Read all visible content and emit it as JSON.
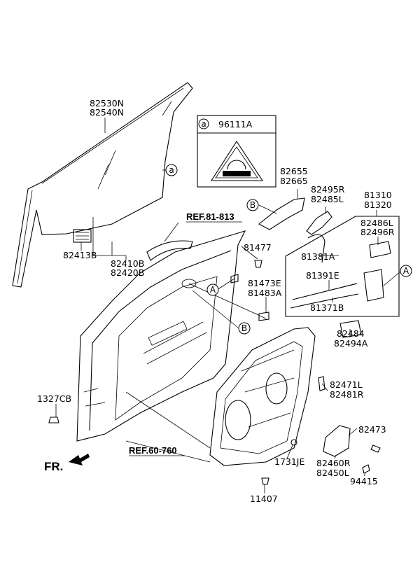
{
  "diagram": {
    "part_labels": {
      "glass": [
        "82530N",
        "82540N"
      ],
      "glass_holder": "82413B",
      "glass_run": [
        "82410B",
        "82420B"
      ],
      "sticker": "96111A",
      "sticker_callout": "a",
      "handle_bracket": [
        "82655",
        "82665"
      ],
      "handle_base": [
        "82495R",
        "82485L"
      ],
      "latch_assy": [
        "81310",
        "81320"
      ],
      "actuator_cover": [
        "82486L",
        "82496R"
      ],
      "bolt_81477": "81477",
      "cable_81381A": "81381A",
      "clip": [
        "81473E",
        "81483A"
      ],
      "cable_81391E": "81391E",
      "cable_81371B": "81371B",
      "striker_bracket": [
        "82484",
        "82494A"
      ],
      "regulator_module": [
        "82471L",
        "82481R"
      ],
      "nut_1327CB": "1327CB",
      "bolt_82473": "82473",
      "plug_1731JE": "1731JE",
      "motor": [
        "82460R",
        "82450L"
      ],
      "screw_94415": "94415",
      "bolt_11407": "11407"
    },
    "references": {
      "ref_upper": "REF.81-813",
      "ref_lower": "REF.60-760"
    },
    "callouts": {
      "a": "a",
      "A": "A",
      "B": "B"
    },
    "direction": "FR."
  }
}
